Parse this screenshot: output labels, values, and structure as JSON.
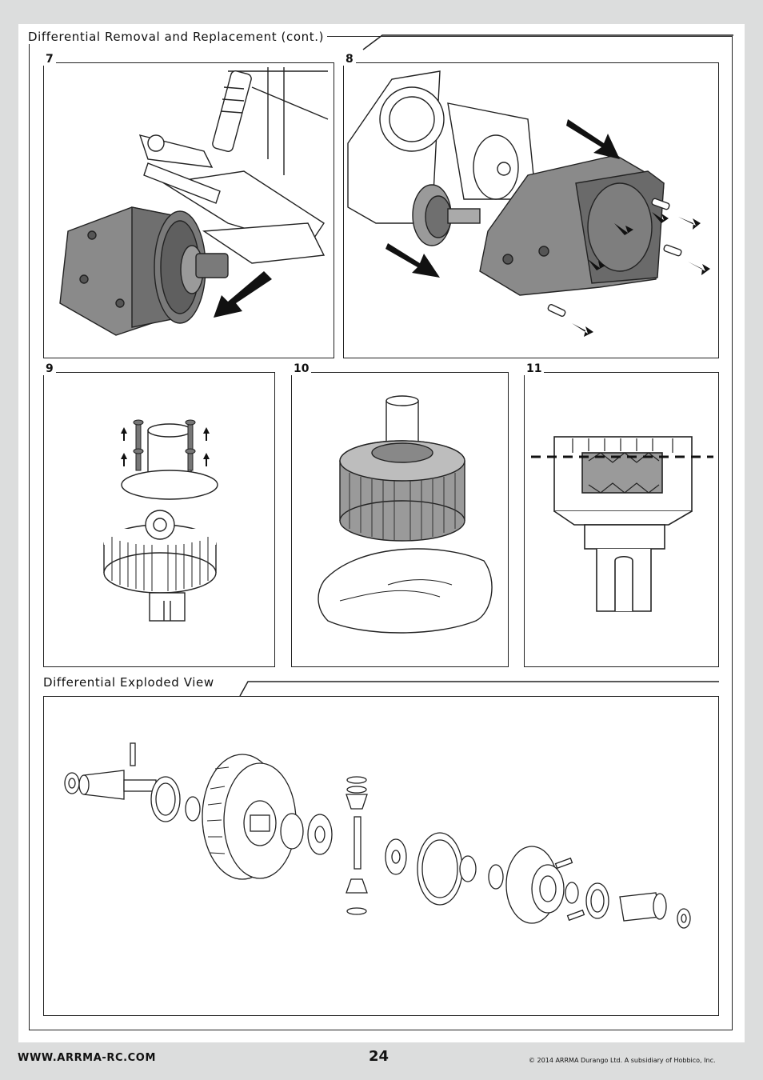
{
  "sections": {
    "removal_title": "Differential Removal and Replacement (cont.)",
    "exploded_title": "Differential Exploded View"
  },
  "steps": [
    {
      "number": "7"
    },
    {
      "number": "8"
    },
    {
      "number": "9"
    },
    {
      "number": "10"
    },
    {
      "number": "11"
    }
  ],
  "footer": {
    "website": "WWW.ARRMA-RC.COM",
    "page_number": "24",
    "copyright": "© 2014 ARRMA Durango Ltd. A subsidiary of Hobbico, Inc."
  }
}
